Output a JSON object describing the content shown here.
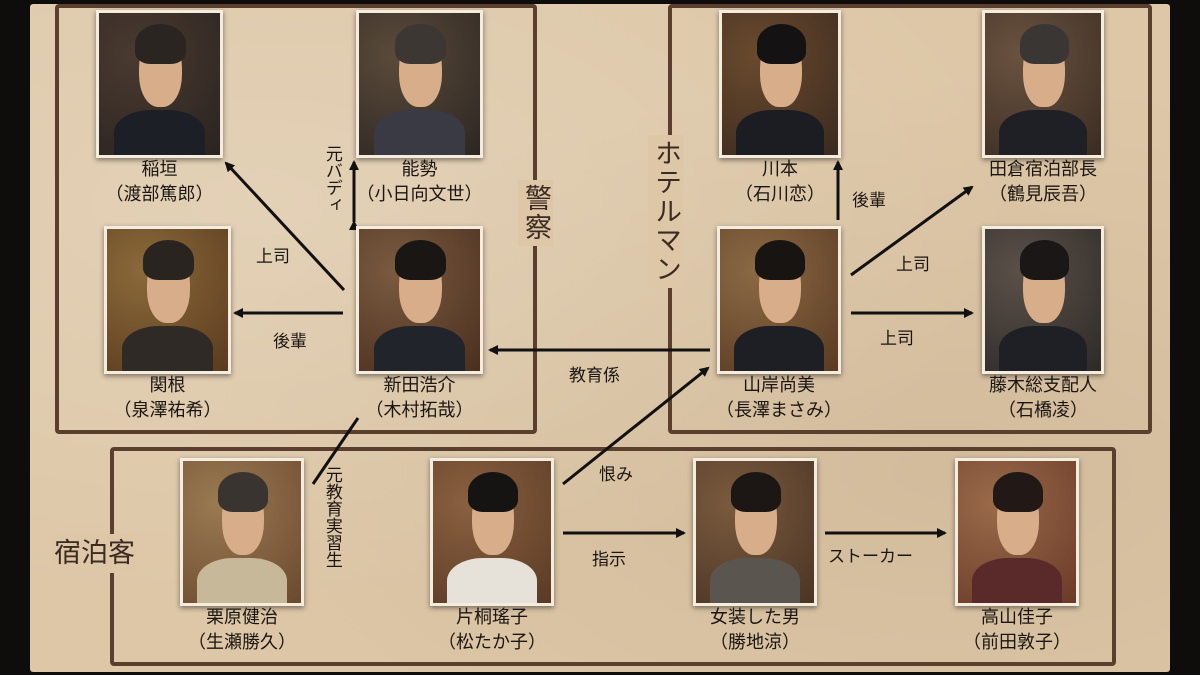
{
  "groups": {
    "police": "警察",
    "hotel": "ホテルマン",
    "guests": "宿泊客"
  },
  "people": [
    {
      "id": "inagaki",
      "role": "稲垣",
      "actor": "（渡部篤郎）",
      "palette": [
        "#2a2320",
        "#4a3a30",
        "#1d1f27",
        "#2b2521"
      ]
    },
    {
      "id": "nose",
      "role": "能勢",
      "actor": "（小日向文世）",
      "palette": [
        "#2c2622",
        "#5a4a3a",
        "#3a3a44",
        "#3c3733"
      ]
    },
    {
      "id": "sekine",
      "role": "関根",
      "actor": "（泉澤祐希）",
      "palette": [
        "#5b3a1e",
        "#8a6a3a",
        "#2f2a25",
        "#2a2420"
      ]
    },
    {
      "id": "nitta",
      "role": "新田浩介",
      "actor": "（木村拓哉）",
      "palette": [
        "#4a2f1e",
        "#7a5a40",
        "#22242c",
        "#1a1614"
      ]
    },
    {
      "id": "kawamoto",
      "role": "川本",
      "actor": "（石川恋）",
      "palette": [
        "#3a2a1e",
        "#6a4a2e",
        "#1c1d22",
        "#141212"
      ]
    },
    {
      "id": "takura",
      "role": "田倉宿泊部長",
      "actor": "（鶴見辰吾）",
      "palette": [
        "#3a2c22",
        "#6a5240",
        "#1f2026",
        "#3a3634"
      ]
    },
    {
      "id": "yamagishi",
      "role": "山岸尚美",
      "actor": "（長澤まさみ）",
      "palette": [
        "#5a3a22",
        "#8a6a44",
        "#1e1f24",
        "#181412"
      ]
    },
    {
      "id": "fujiki",
      "role": "藤木総支配人",
      "actor": "（石橋凌）",
      "palette": [
        "#2e2a28",
        "#5a5048",
        "#1f2026",
        "#1a1716"
      ]
    },
    {
      "id": "kurihara",
      "role": "栗原健治",
      "actor": "（生瀬勝久）",
      "palette": [
        "#6a4a2e",
        "#9a7a52",
        "#c8b89a",
        "#3a3430"
      ]
    },
    {
      "id": "katagiri",
      "role": "片桐瑤子",
      "actor": "（松たか子）",
      "palette": [
        "#5a3a24",
        "#8a6040",
        "#e6e2da",
        "#161313"
      ]
    },
    {
      "id": "josou",
      "role": "女装した男",
      "actor": "（勝地涼）",
      "palette": [
        "#4a3424",
        "#7a5a3e",
        "#5a554e",
        "#1c1714"
      ]
    },
    {
      "id": "takayama",
      "role": "高山佳子",
      "actor": "（前田敦子）",
      "palette": [
        "#6a3a28",
        "#9a6a4a",
        "#5a2a2a",
        "#221815"
      ]
    }
  ],
  "relations": {
    "moto_buddy": "元バディ",
    "joshi_inagaki": "上司",
    "kohai_sekine": "後輩",
    "kohai_kawamoto": "後輩",
    "joshi_takura": "上司",
    "joshi_fujiki": "上司",
    "kyoikugakari": "教育係",
    "moto_jisshusei": "元教育実習生",
    "urami": "恨み",
    "shiji": "指示",
    "stalker": "ストーカー"
  },
  "colors": {
    "paper": "#ddc7a7",
    "frame": "#5b3f2e",
    "text": "#1b1612",
    "arrow": "#111111"
  }
}
